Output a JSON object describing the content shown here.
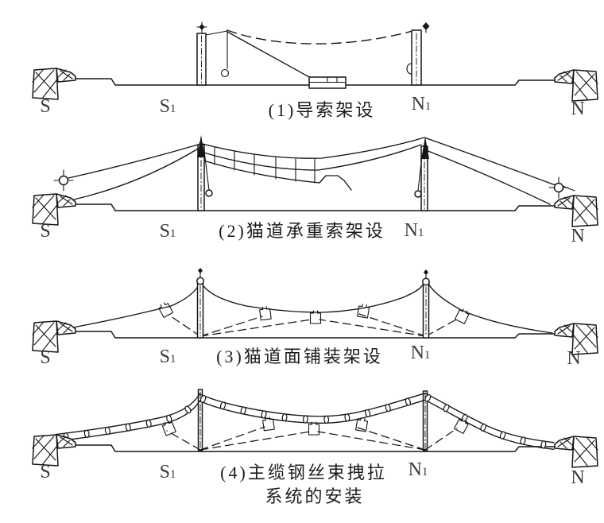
{
  "figure": {
    "background": "#ffffff",
    "line_color": "#161616",
    "text_color": "#3a3a3a",
    "panels": [
      {
        "caption": "(1)导索架设",
        "labels": [
          {
            "text": "S",
            "sub": ""
          },
          {
            "text": "S",
            "sub": "1"
          },
          {
            "text": "N",
            "sub": "1"
          },
          {
            "text": "N",
            "sub": ""
          }
        ]
      },
      {
        "caption": "(2)猫道承重索架设",
        "labels": [
          {
            "text": "S",
            "sub": ""
          },
          {
            "text": "S",
            "sub": "1"
          },
          {
            "text": "N",
            "sub": "1"
          },
          {
            "text": "N",
            "sub": ""
          }
        ]
      },
      {
        "caption": "(3)猫道面铺装架设",
        "labels": [
          {
            "text": "S",
            "sub": ""
          },
          {
            "text": "S",
            "sub": "1"
          },
          {
            "text": "N",
            "sub": "1"
          },
          {
            "text": "N",
            "sub": ""
          }
        ]
      },
      {
        "caption": "(4)主缆钢丝束拽拉",
        "caption_line2": "系统的安装",
        "labels": [
          {
            "text": "S",
            "sub": ""
          },
          {
            "text": "S",
            "sub": "1"
          },
          {
            "text": "N",
            "sub": "1"
          },
          {
            "text": "N",
            "sub": ""
          }
        ]
      }
    ]
  }
}
